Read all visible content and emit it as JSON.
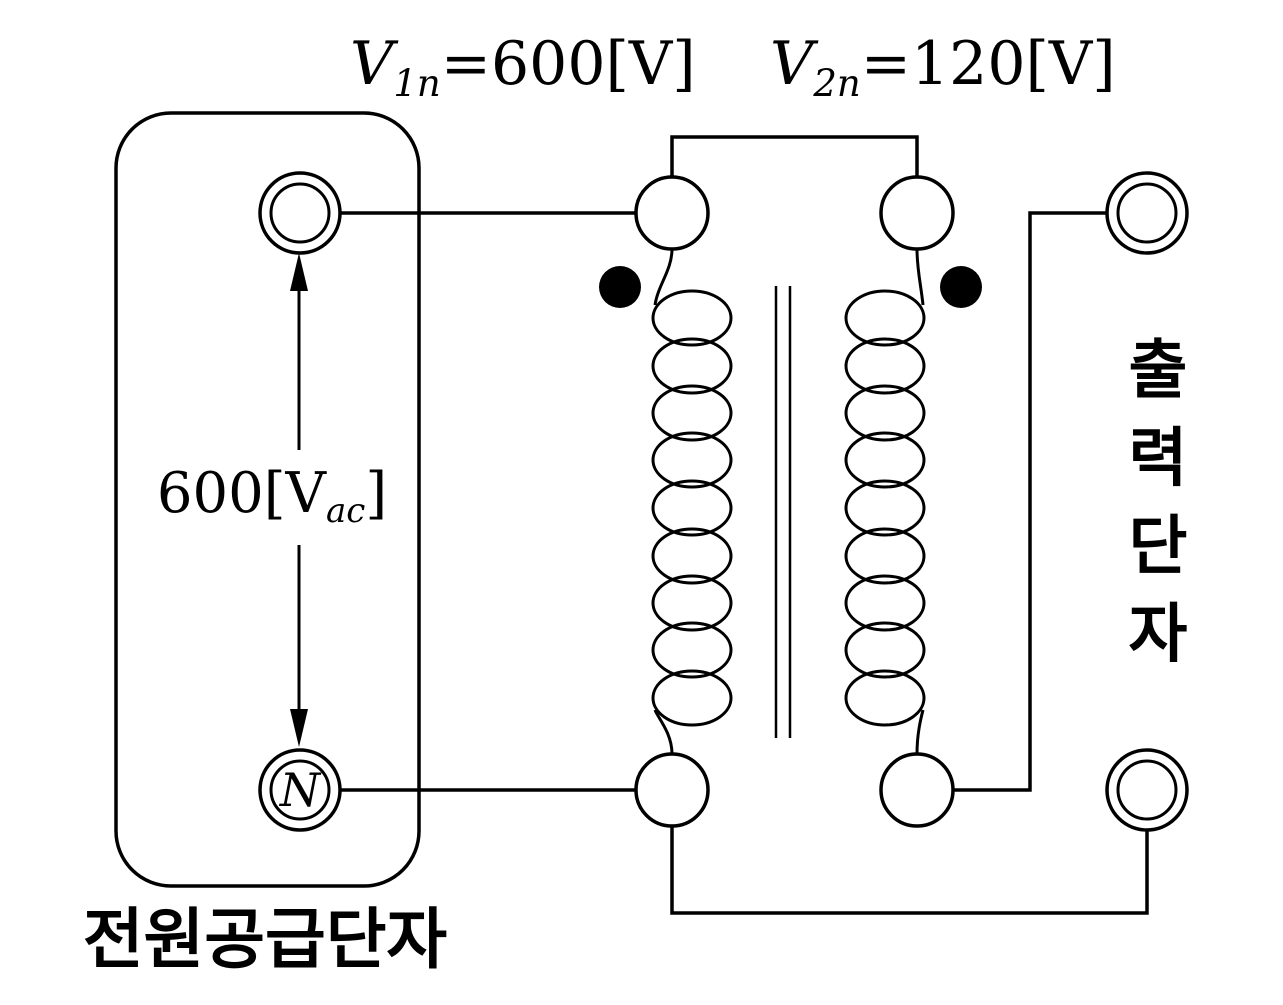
{
  "figure": {
    "type": "transformer-connection-circuit-diagram",
    "background_color": "#ffffff",
    "line_color": "#000000",
    "polarity_dot_color": "#000000"
  },
  "labels": {
    "primary_rating": {
      "symbol": "V",
      "subscript": "1n",
      "value": "=600[V]"
    },
    "secondary_rating": {
      "symbol": "V",
      "subscript": "2n",
      "value": "=120[V]"
    },
    "source_voltage": {
      "prefix": "600[V",
      "subscript": "ac",
      "suffix": "]"
    },
    "neutral": "N",
    "source_caption": "전원공급단자",
    "output_caption": "출력단자",
    "output_caption_chars": [
      "출",
      "력",
      "단",
      "자"
    ]
  }
}
